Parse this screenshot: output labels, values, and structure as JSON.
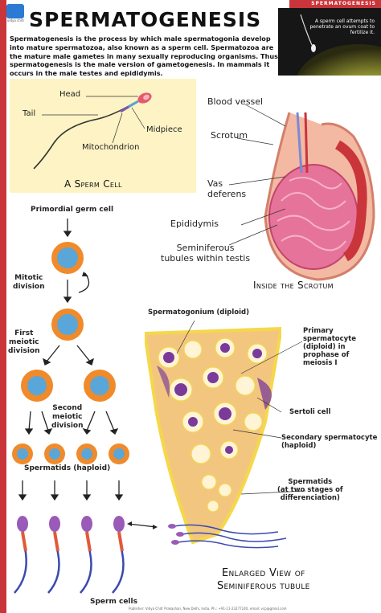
{
  "header": {
    "title": "SPERMATOGENESIS",
    "top_strip": "SPERMATOGENESIS",
    "logo_text": "vidya chitr"
  },
  "intro": "Spermatogenesis is the process by which male spermatogonia develop into mature spermatozoa, also known as a sperm cell. Spermatozoa are the mature male gametes in many sexually reproducing organisms. Thus, spermatogenesis is the male version of gametogenesis. In mammals it occurs in the male testes and epididymis.",
  "photo": {
    "caption": "A sperm cell attempts to penetrate an ovum coat to fertilize it."
  },
  "sperm_cell": {
    "heading": "A Sperm Cell",
    "labels": {
      "head": "Head",
      "tail": "Tail",
      "midpiece": "Midpiece",
      "mitochondrion": "Mitochondrion"
    }
  },
  "scrotum": {
    "heading": "Inside the Scrotum",
    "labels": {
      "blood_vessel": "Blood vessel",
      "scrotum": "Scrotum",
      "vas_deferens": "Vas\ndeferens",
      "epididymis": "Epididymis",
      "seminiferous": "Seminiferous\ntubules within testis"
    }
  },
  "flow": {
    "primordial": "Primordial germ cell",
    "mitotic": "Mitotic\ndivision",
    "first_meiotic": "First\nmeiotic\ndivision",
    "second_meiotic": "Second\nmeiotic\ndivision",
    "spermatids": "Spermatids (haploid)",
    "sperm_cells": "Sperm cells"
  },
  "tubule": {
    "heading": "Enlarged View of\nSeminiferous tubule",
    "labels": {
      "spermatogonium": "Spermatogonium (diploid)",
      "primary": "Primary\nspermatocyte\n(diploid) in\nprophase of\nmeiosis I",
      "sertoli": "Sertoli cell",
      "secondary": "Secondary spermatocyte\n(haploid)",
      "spermatids": "Spermatids\n(at two stages of\ndifferenciation)"
    }
  },
  "footer": "Publisher: Vidya Chitr Prakashan, New Delhi, India. Ph.: +91-11-23277240, email: vcp@gmail.com",
  "colors": {
    "accent": "#c9353a",
    "panel": "#fdf3c4",
    "cell_orange": "#f08a2a",
    "cell_blue": "#5ba6d8",
    "tubule_pink": "#e6739a",
    "nucleus_purple": "#7a3a9a"
  }
}
